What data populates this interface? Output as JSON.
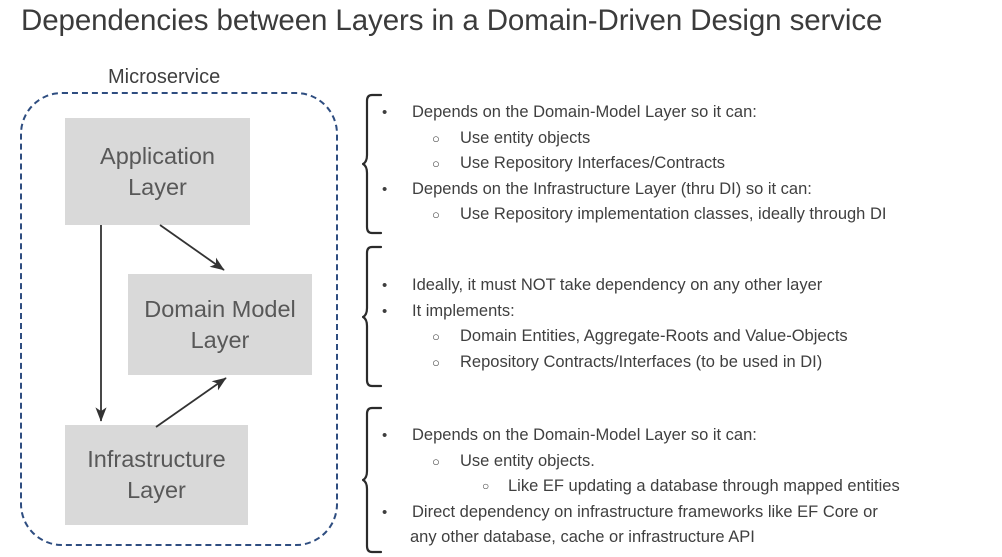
{
  "title": "Dependencies between Layers in a Domain-Driven Design service",
  "colors": {
    "boundary_dashed": "#2E4D80",
    "layer_box_fill": "#D9D9D9",
    "text": "#3F3F3F",
    "title_text": "#3B3B3B",
    "arrow": "#333333"
  },
  "diagram": {
    "container_label": "Microservice",
    "layers": [
      {
        "id": "application",
        "name": "Application Layer",
        "line1": "Application",
        "line2": "Layer"
      },
      {
        "id": "domain-model",
        "name": "Domain Model Layer",
        "line1": "Domain Model",
        "line2": "Layer"
      },
      {
        "id": "infrastructure",
        "name": "Infrastructure Layer",
        "line1": "Infrastructure",
        "line2": "Layer"
      }
    ],
    "arrows": [
      {
        "from": "application",
        "to": "infrastructure",
        "style": "straight-vertical"
      },
      {
        "from": "application",
        "to": "domain-model",
        "style": "diagonal-down-right"
      },
      {
        "from": "infrastructure",
        "to": "domain-model",
        "style": "diagonal-up-right"
      }
    ]
  },
  "marks": {
    "level1": "•",
    "level2": "○",
    "level3": "○"
  },
  "blocks": {
    "application": {
      "for_layer": "Application Layer",
      "items": [
        {
          "level": 1,
          "text": "Depends on the Domain-Model Layer so it can:"
        },
        {
          "level": 2,
          "text": "Use entity objects"
        },
        {
          "level": 2,
          "text": "Use Repository Interfaces/Contracts"
        },
        {
          "level": 1,
          "text": "Depends on the Infrastructure Layer (thru DI) so it can:"
        },
        {
          "level": 2,
          "text": "Use Repository implementation classes, ideally through DI"
        }
      ]
    },
    "domain": {
      "for_layer": "Domain Model Layer",
      "items": [
        {
          "level": 1,
          "text": "Ideally, it must NOT take dependency on any other layer"
        },
        {
          "level": 1,
          "text": "It implements:"
        },
        {
          "level": 2,
          "text": "Domain Entities, Aggregate-Roots and Value-Objects"
        },
        {
          "level": 2,
          "text": "Repository Contracts/Interfaces (to be used in DI)"
        }
      ]
    },
    "infrastructure": {
      "for_layer": "Infrastructure Layer",
      "items": [
        {
          "level": 1,
          "text": "Depends on the Domain-Model Layer so it can:"
        },
        {
          "level": 2,
          "text": "Use entity objects."
        },
        {
          "level": 3,
          "text": "Like EF updating a database through mapped entities"
        },
        {
          "level": 1,
          "text": "Direct dependency on infrastructure frameworks like EF Core or"
        },
        {
          "level": 0,
          "text": "any other database, cache or infrastructure API"
        }
      ]
    }
  }
}
